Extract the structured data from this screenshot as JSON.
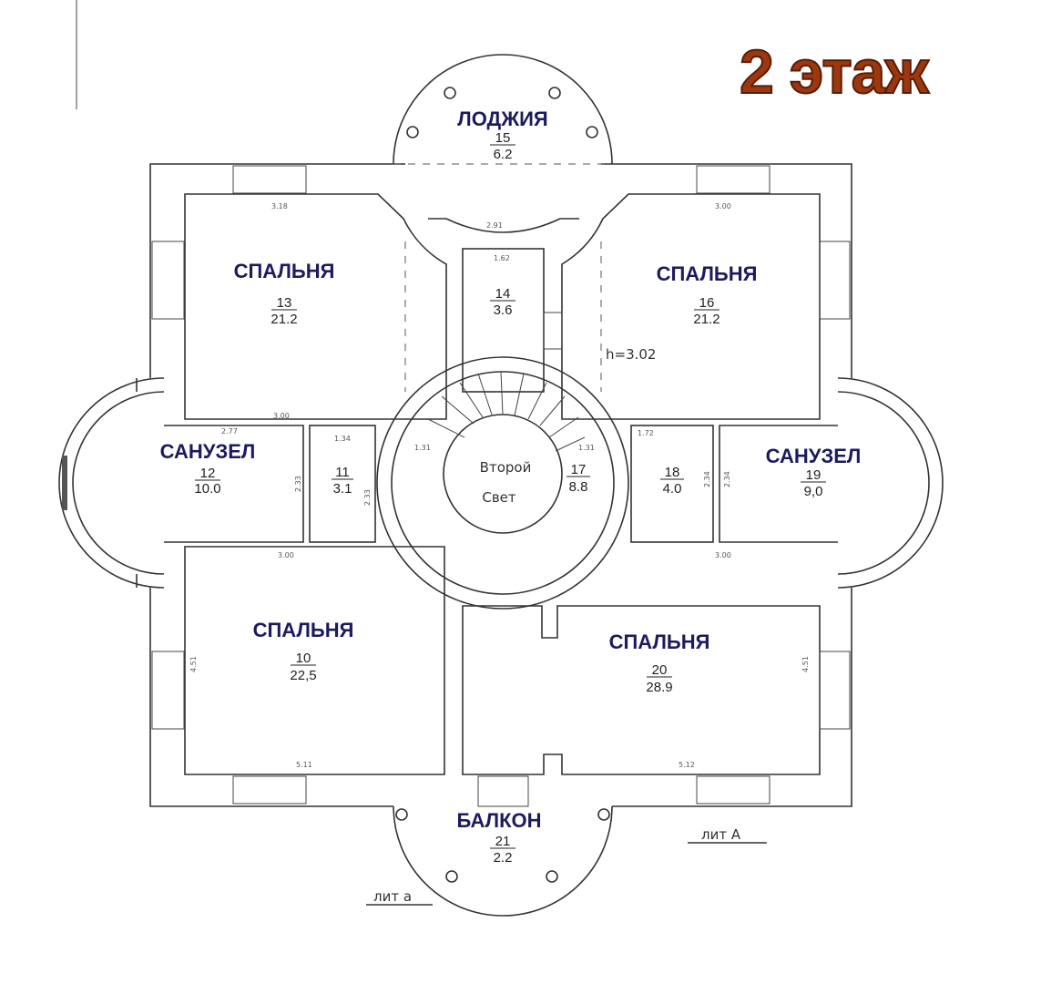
{
  "title": "2 этаж",
  "rooms": [
    {
      "name": "ЛОДЖИЯ",
      "number": "15",
      "area": "6.2"
    },
    {
      "name": "СПАЛЬНЯ",
      "number": "13",
      "area": "21.2"
    },
    {
      "name": "",
      "number": "14",
      "area": "3.6"
    },
    {
      "name": "СПАЛЬНЯ",
      "number": "16",
      "area": "21.2"
    },
    {
      "name": "САНУЗЕЛ",
      "number": "12",
      "area": "10.0"
    },
    {
      "name": "",
      "number": "11",
      "area": "3.1"
    },
    {
      "name": "",
      "number": "17",
      "area": "8.8"
    },
    {
      "name": "",
      "number": "18",
      "area": "4.0"
    },
    {
      "name": "САНУЗЕЛ",
      "number": "19",
      "area": "9,0"
    },
    {
      "name": "СПАЛЬНЯ",
      "number": "10",
      "area": "22,5"
    },
    {
      "name": "СПАЛЬНЯ",
      "number": "20",
      "area": "28.9"
    },
    {
      "name": "БАЛКОН",
      "number": "21",
      "area": "2.2"
    }
  ],
  "second_light": [
    "Второй",
    "Свет"
  ],
  "ceiling_height": "h=3.02",
  "lit_upper": "лит А",
  "lit_lower": "лит а",
  "dimensions": [
    "3.18",
    "3.00",
    "2.91",
    "1.62",
    "3.00",
    "2.77",
    "1.34",
    "3.00",
    "3.00",
    "5.11",
    "5.12",
    "4.51",
    "4.51",
    "1.72",
    "1.31",
    "1.31",
    "2.33",
    "2.33",
    "2.34",
    "2.34"
  ]
}
